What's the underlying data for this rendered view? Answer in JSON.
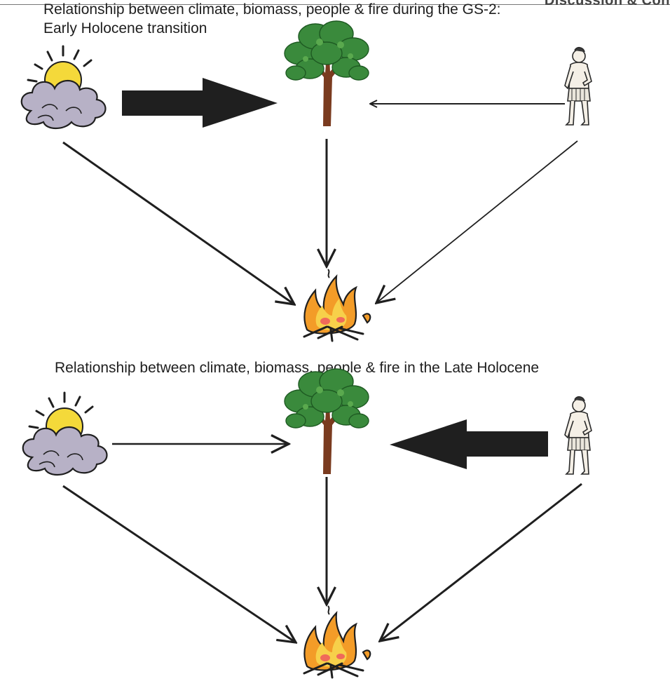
{
  "header_fragment": "Discussion & Con",
  "panel_top": {
    "title_line1": "Relationship between climate, biomass, people & fire during the GS-2:",
    "title_line2": "Early Holocene transition"
  },
  "panel_bottom": {
    "title": "Relationship between climate, biomass, people & fire in the Late Holocene"
  },
  "icons": {
    "climate": "sun-cloud-icon",
    "biomass": "tree-icon",
    "people": "person-icon",
    "fire": "fire-icon"
  },
  "colors": {
    "arrow": "#1f1f1f",
    "cloud": "#b7b1c6",
    "sun": "#f4d93a",
    "leaf": "#3a8a3c",
    "trunk": "#7a3b1f",
    "flame_outer": "#f39c28",
    "flame_inner": "#f7d04a"
  }
}
